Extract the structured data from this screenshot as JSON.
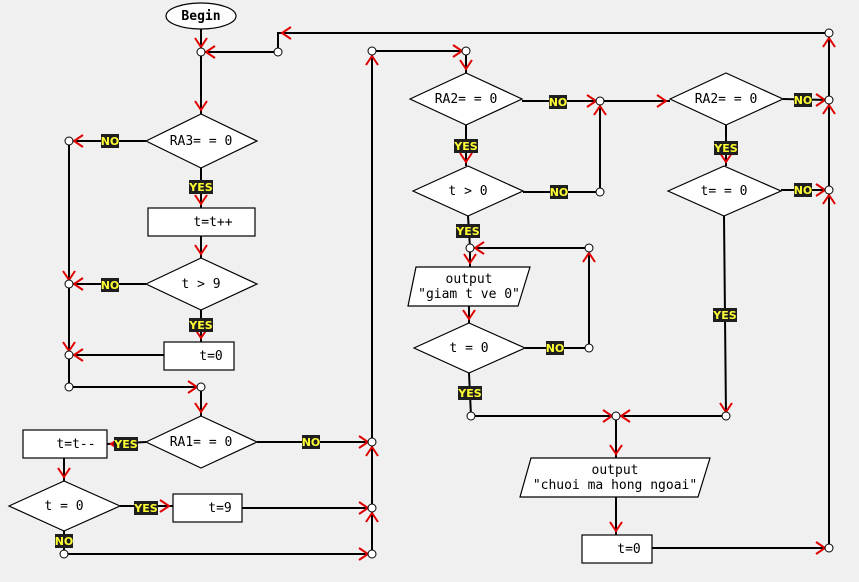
{
  "nodes": {
    "begin": "Begin",
    "ra3_check": "RA3= = 0",
    "t_inc": "t=t++",
    "t_gt9_left": "t > 9",
    "t_zero_left": "t=0",
    "ra1_check": "RA1= = 0",
    "t_dec": "t=t--",
    "t_eq0_left": "t = 0",
    "t_nine": "t=9",
    "ra2_check_mid": "RA2= = 0",
    "t_gt0_mid": "t > 0",
    "output_giam_line1": "output",
    "output_giam_line2": "\"giam t ve 0\"",
    "t_eq0_mid": "t = 0",
    "ra2_check_right": "RA2= = 0",
    "t_eq0_right": "t= = 0",
    "output_chuoi_line1": "output",
    "output_chuoi_line2": "\"chuoi ma hong ngoai\"",
    "t_zero_bottom": "t=0"
  },
  "edge_labels": {
    "yes": "YES",
    "no": "NO"
  },
  "colors": {
    "background": "#f0f0f0",
    "arrow": "#e00000",
    "tag_bg": "#1e1e1e",
    "tag_text": "#ffff33"
  }
}
